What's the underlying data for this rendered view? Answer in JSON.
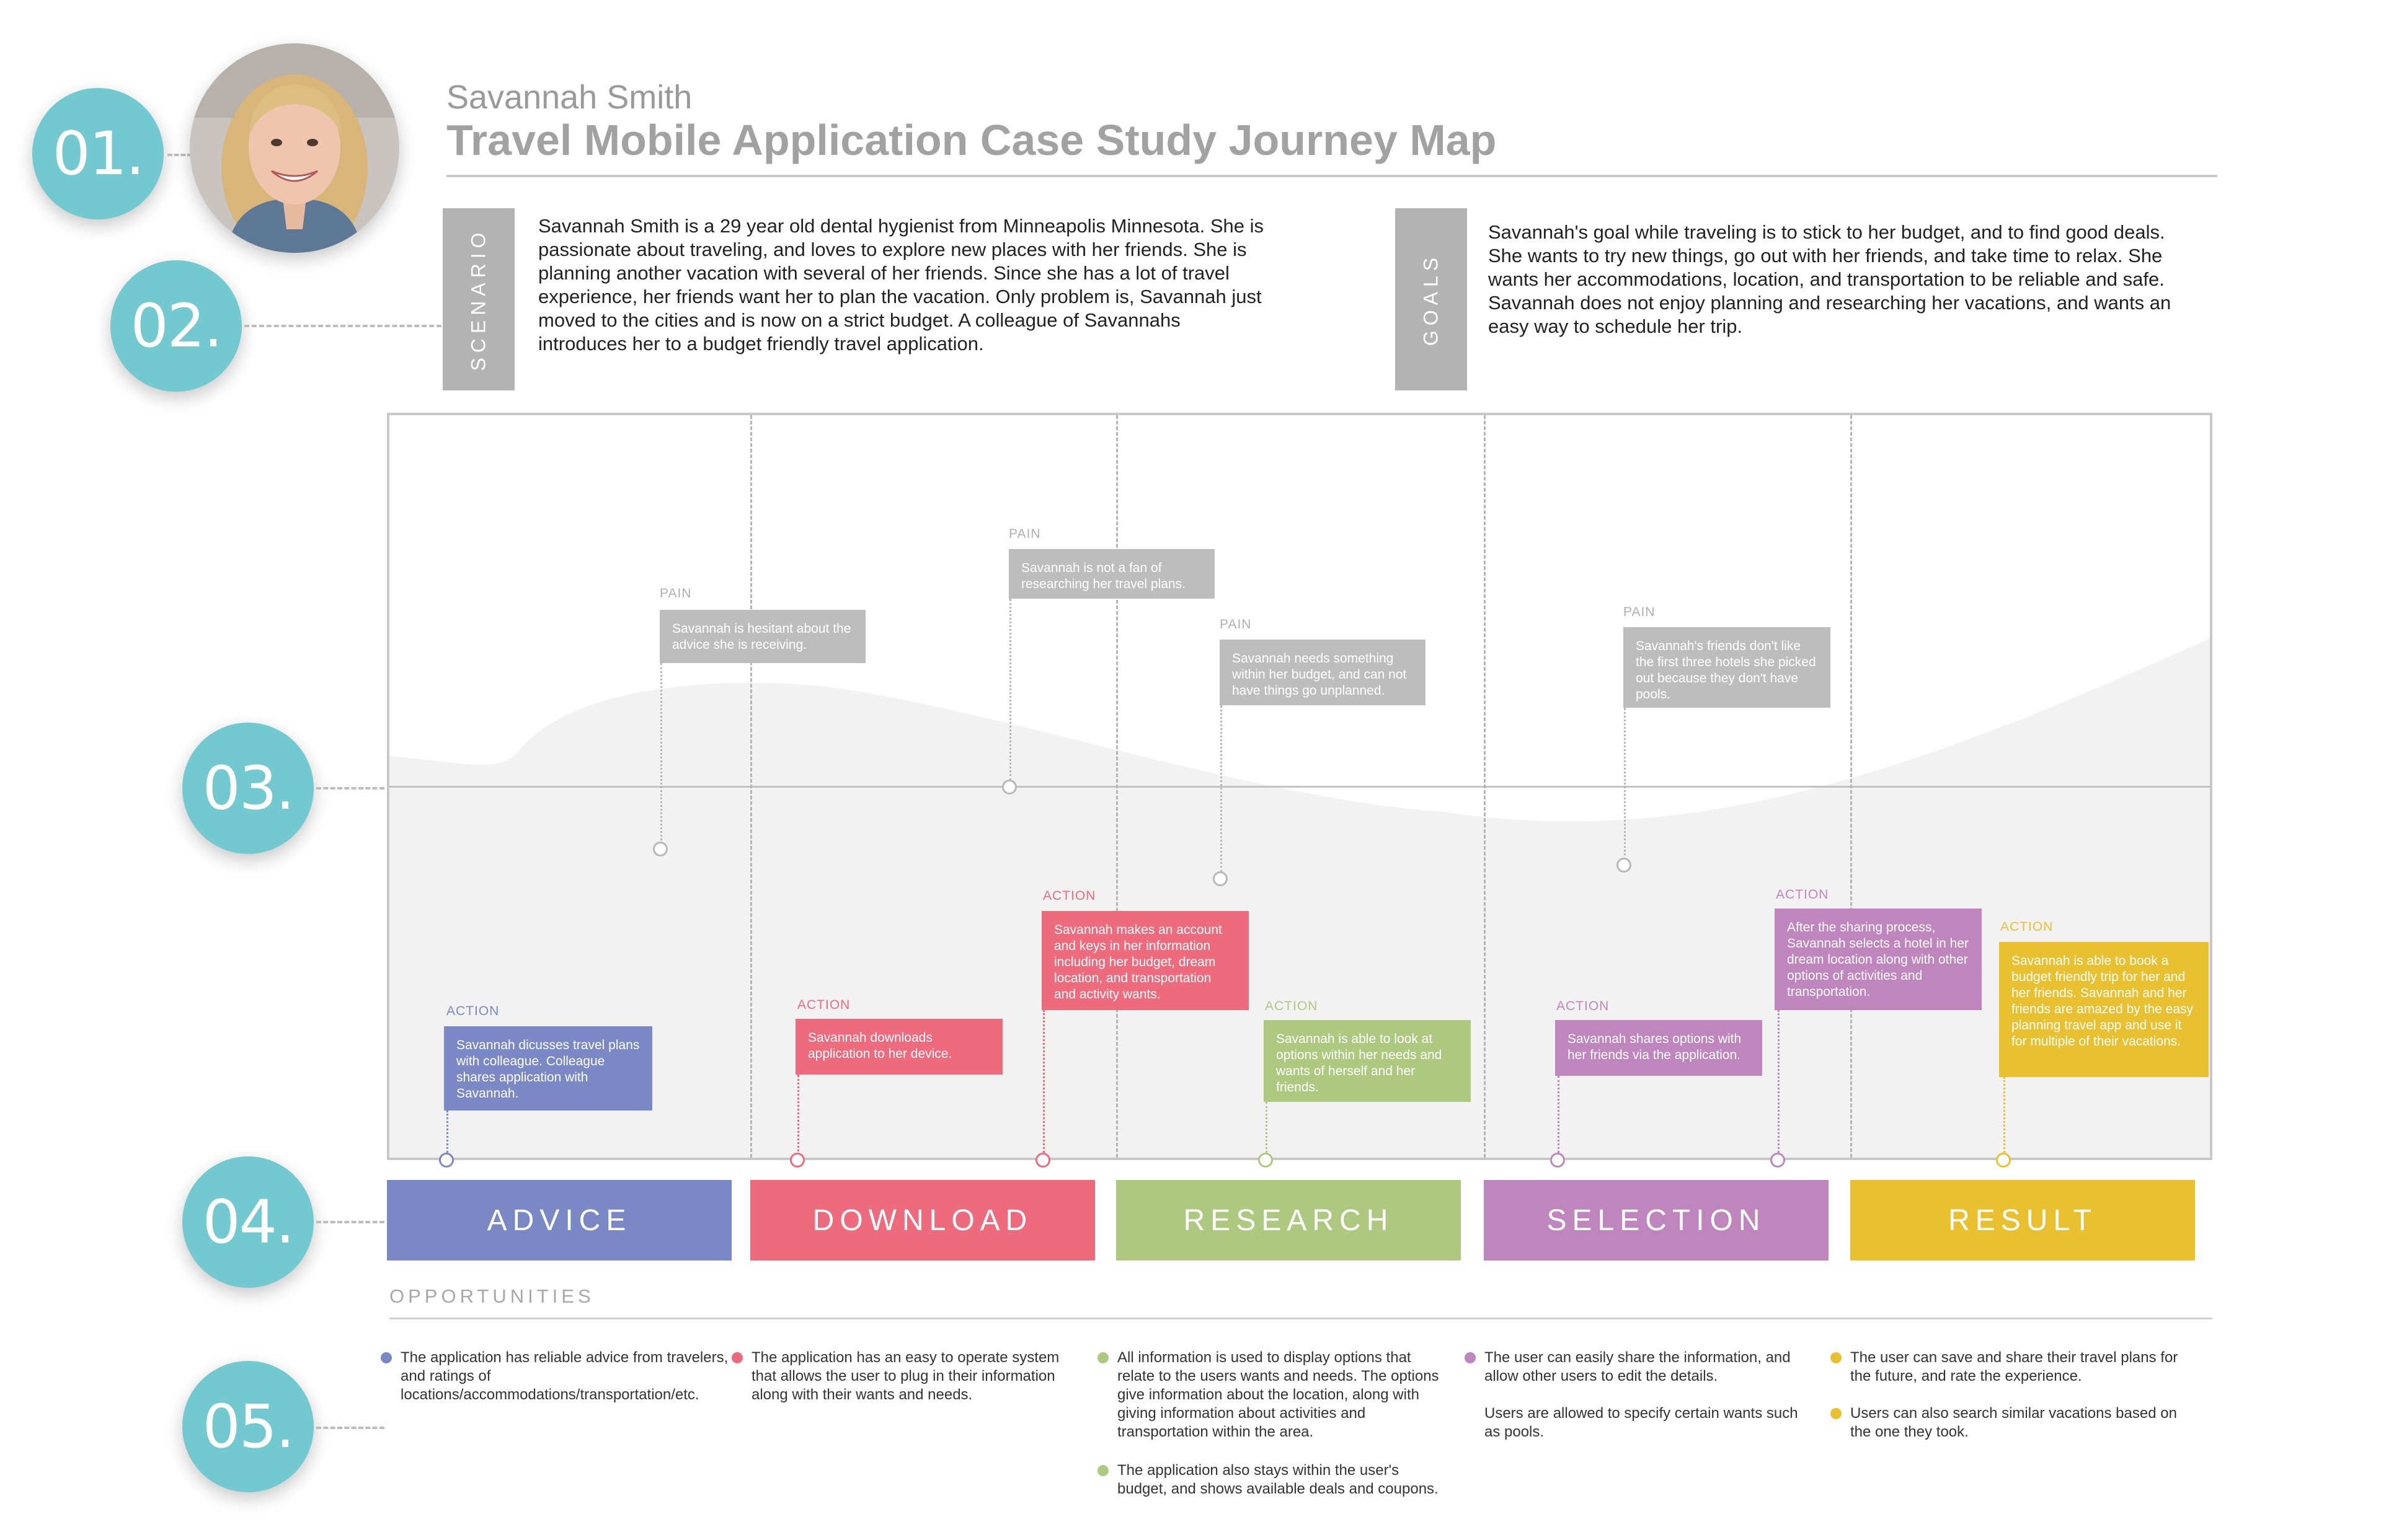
{
  "colors": {
    "teal": "#72c9cf",
    "gray_label": "#b3b3b3",
    "advice": "#7a88c6",
    "download": "#ee6b7e",
    "research": "#adc980",
    "selection": "#bf86be",
    "result": "#e9c030",
    "pain": "#bdbdbd"
  },
  "markers": [
    "01.",
    "02.",
    "03.",
    "04.",
    "05."
  ],
  "header": {
    "avatar": "person-photo",
    "persona_name": "Savannah Smith",
    "title": "Travel Mobile Application Case Study Journey Map"
  },
  "scenario": {
    "label": "SCENARIO",
    "text": "Savannah Smith is a 29 year old dental hygienist from Minneapolis Minnesota. She is passionate about traveling, and loves to explore new places with her friends. She is planning another vacation with several of her friends. Since she has a lot of travel experience, her friends want her to plan the vacation. Only problem is, Savannah just moved to the cities and is now on a strict budget. A colleague of Savannahs introduces her to a budget friendly travel application."
  },
  "goals": {
    "label": "GOALS",
    "text": "Savannah's goal while traveling is to stick to her budget, and to find good deals. She wants to  try new  things, go out with her friends, and take time to relax. She wants her accommodations, location, and transportation to be reliable and safe. Savannah does not enjoy planning and researching her vacations, and wants an easy way to  schedule her trip."
  },
  "pains": [
    {
      "label": "PAIN",
      "text": "Savannah is hesitant about the advice she is receiving."
    },
    {
      "label": "PAIN",
      "text": "Savannah is not a fan of researching her travel plans."
    },
    {
      "label": "PAIN",
      "text": "Savannah needs something within her budget, and can not have things go unplanned."
    },
    {
      "label": "PAIN",
      "text": "Savannah's friends don't like the first three hotels she picked out because they don't have pools."
    }
  ],
  "actions": [
    {
      "label": "ACTION",
      "text": "Savannah dicusses travel plans with colleague. Colleague shares application with Savannah."
    },
    {
      "label": "ACTION",
      "text": "Savannah downloads application to her device."
    },
    {
      "label": "ACTION",
      "text": "Savannah makes an account and keys in her information including her budget, dream location, and transportation and activity wants."
    },
    {
      "label": "ACTION",
      "text": "Savannah is able to look at options within her needs and wants of herself and her friends."
    },
    {
      "label": "ACTION",
      "text": "Savannah shares options with her friends via the application."
    },
    {
      "label": "ACTION",
      "text": "After the sharing process, Savannah selects a hotel in her dream location along with other options of activities and transportation."
    },
    {
      "label": "ACTION",
      "text": "Savannah is able to book a budget friendly trip for her and her friends. Savannah and her friends are amazed by the easy planning travel app and use it for multiple of their vacations."
    }
  ],
  "stages": [
    "ADVICE",
    "DOWNLOAD",
    "RESEARCH",
    "SELECTION",
    "RESULT"
  ],
  "opportunities": {
    "title": "OPPORTUNITIES",
    "items": [
      "The application has reliable advice from travelers, and ratings of locations/accommodations/transportation/etc.",
      "The application has an easy to operate system that allows the user to plug in their information along with their wants and needs.",
      "All information is used to display options that relate to the users wants and needs. The options give information about the location, along with giving information about activities and transportation within the area.",
      "The application also stays within the user's budget, and shows available deals and coupons.",
      "The user can easily share the information, and allow other users to edit the details.",
      "Users are allowed to specify certain wants such as pools.",
      "The user can save and share their travel plans for the future, and rate the experience.",
      "Users can also search similar vacations based on the one they took."
    ]
  }
}
